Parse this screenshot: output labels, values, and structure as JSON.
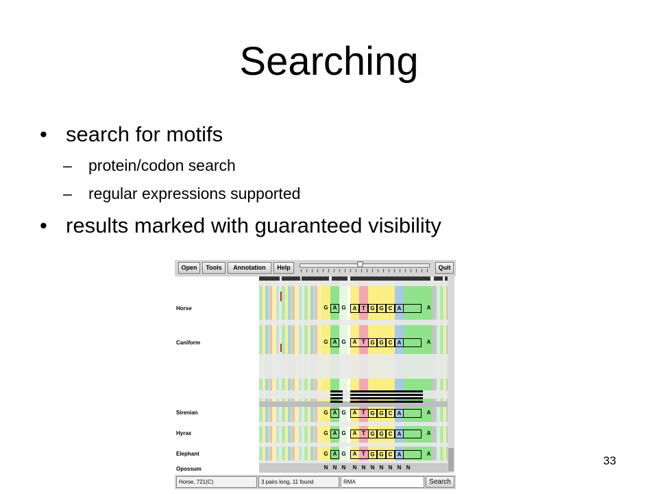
{
  "slide": {
    "title": "Searching",
    "bullets": [
      {
        "text": "search for motifs",
        "sub": [
          "protein/codon search",
          "regular expressions supported"
        ]
      },
      {
        "text": "results marked with guaranteed visibility"
      }
    ],
    "bullet_glyph": "•",
    "dash_glyph": "–",
    "page_number": "33"
  },
  "app": {
    "toolbar": {
      "open": "Open",
      "tools": "Tools",
      "annotation": "Annotation",
      "help": "Help",
      "quit": "Quit"
    },
    "rows": [
      {
        "name": "Horse",
        "bases": [
          "G",
          "A",
          "G",
          "A",
          "T",
          "G",
          "G",
          "C",
          "A",
          "A"
        ]
      },
      {
        "name": "Caniform",
        "bases": [
          "G",
          "A",
          "G",
          "A",
          "T",
          "G",
          "G",
          "C",
          "A",
          "A"
        ]
      },
      {
        "name": "Sirenian",
        "bases": [
          "G",
          "A",
          "G",
          "A",
          "T",
          "G",
          "G",
          "C",
          "A",
          "A"
        ]
      },
      {
        "name": "Hyrax",
        "bases": [
          "G",
          "A",
          "G",
          "A",
          "T",
          "G",
          "G",
          "C",
          "A",
          "A"
        ]
      },
      {
        "name": "Elephant",
        "bases": [
          "G",
          "A",
          "G",
          "A",
          "T",
          "G",
          "G",
          "C",
          "A",
          "A"
        ]
      },
      {
        "name": "Opossum",
        "bases": [
          "N",
          "N",
          "N",
          "N",
          "N",
          "N",
          "N",
          "N",
          "N",
          "N"
        ]
      }
    ],
    "status": {
      "position": "Horse, 721(C)",
      "result": "3 pairs long, 11 found",
      "query": "RMA",
      "search_label": "Search"
    },
    "colors": {
      "green": "#8fe38a",
      "yellow": "#fbef84",
      "pink": "#f4a6b2",
      "blue": "#a8c8e8"
    }
  }
}
